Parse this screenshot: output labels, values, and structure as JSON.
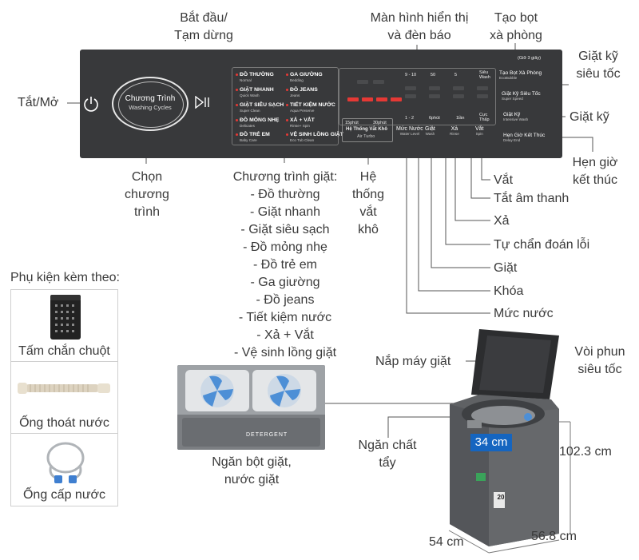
{
  "callouts": {
    "start_pause": "Bắt đầu/\nTạm dừng",
    "power": "Tắt/Mở",
    "choose_program": "Chọn\nchương\ntrình",
    "display": "Màn hình hiển thị\nvà đèn báo",
    "foam": "Tạo bọt\nxà phòng",
    "super_fast": "Giặt kỹ\nsiêu tốc",
    "thorough": "Giặt kỹ",
    "timer": "Hẹn giờ\nkết thúc",
    "dry_system": "Hệ\nthống\nvắt\nkhô",
    "spin": "Vắt",
    "mute": "Tắt âm thanh",
    "rinse": "Xả",
    "self_diag": "Tự chẩn đoán lỗi",
    "wash": "Giặt",
    "lock": "Khóa",
    "water_level": "Mức nước"
  },
  "programs_heading": "Chương trình giặt:",
  "programs_list": [
    "- Đồ thường",
    "- Giặt nhanh",
    "- Giặt siêu sạch",
    "- Đồ mỏng nhẹ",
    "- Đồ trẻ em",
    "- Ga giường",
    "- Đồ jeans",
    "- Tiết kiệm nước",
    "- Xả + Vắt",
    "- Vệ sinh lồng giặt"
  ],
  "panel": {
    "dial_vi": "Chương Trình",
    "dial_en": "Washing Cycles",
    "programs": [
      {
        "vi": "ĐỒ THƯỜNG",
        "en": "Normal"
      },
      {
        "vi": "GA GIƯỜNG",
        "en": "Bedding"
      },
      {
        "vi": "GIẶT NHANH",
        "en": "Quick Wash"
      },
      {
        "vi": "ĐỒ JEANS",
        "en": "Jeans"
      },
      {
        "vi": "GIẶT SIÊU SẠCH",
        "en": "Super Clean"
      },
      {
        "vi": "TIẾT KIỆM NƯỚC",
        "en": "Aqua Preserve"
      },
      {
        "vi": "ĐỒ MỎNG NHẸ",
        "en": "Delicates"
      },
      {
        "vi": "XẢ + VẮT",
        "en": "Rinse+ Spin"
      },
      {
        "vi": "ĐỒ TRẺ EM",
        "en": "Baby Care"
      },
      {
        "vi": "VỆ SINH LỒNG GIẶT",
        "en": "Eco Tub Clean"
      }
    ],
    "disp_top": [
      "9 - 10",
      "50",
      "5",
      "Siêu Wash"
    ],
    "disp_bottom": [
      "1 - 2",
      "6phút",
      "1lần",
      "Cực Thấp"
    ],
    "dry_15": "15phút",
    "dry_30": "30phút",
    "dry_vi": "Hệ Thống Vắt Khô",
    "dry_en": "Air Turbo",
    "keys": [
      {
        "vi": "Mức Nước",
        "en": "Water Level"
      },
      {
        "vi": "Giặt",
        "en": "Wash"
      },
      {
        "vi": "Xả",
        "en": "Rinse"
      },
      {
        "vi": "Vắt",
        "en": "Spin"
      }
    ],
    "right_note": "(Giữ 3 giây)",
    "right_items": [
      {
        "vi": "Tạo Bọt Xà Phòng",
        "en": "EcoBubble"
      },
      {
        "vi": "Giặt Kỹ Siêu Tốc",
        "en": "Super Speed"
      },
      {
        "vi": "Giặt Kỹ",
        "en": "Intensive Wash"
      },
      {
        "vi": "Hẹn Giờ Kết Thúc",
        "en": "Delay End"
      }
    ]
  },
  "accessories": {
    "heading": "Phụ kiện kèm theo:",
    "items": [
      "Tấm chắn chuột",
      "Ống thoát nước",
      "Ống cấp nước"
    ]
  },
  "drawer": {
    "caption": "Ngăn bột giặt,\nnước giặt",
    "print": "DETERGENT"
  },
  "machine": {
    "lid": "Nắp máy giặt",
    "shower": "Vòi phun\nsiêu tốc",
    "softener": "Ngăn chất\ntẩy",
    "depth_label": "34 cm",
    "height": "102.3 cm",
    "width": "54 cm",
    "depth": "56.8 cm",
    "badge": "20"
  },
  "colors": {
    "panel": "#38393b",
    "led": "#e53935",
    "dim_tag": "#1565c0",
    "machine": "#5f6164"
  }
}
